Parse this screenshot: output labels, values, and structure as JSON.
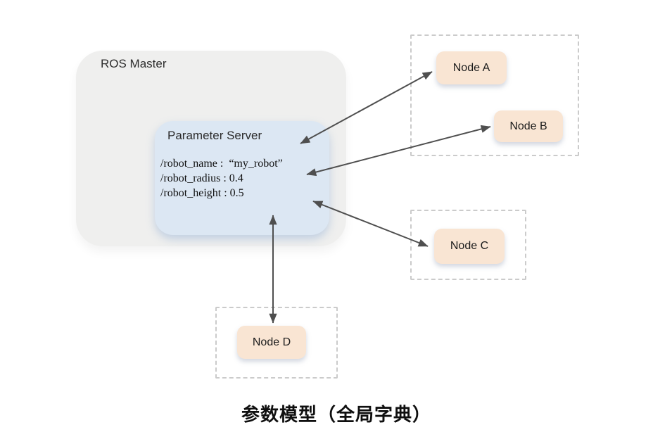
{
  "master": {
    "label": "ROS Master"
  },
  "parameter_server": {
    "title": "Parameter Server",
    "entries": [
      "/robot_name :  “my_robot”",
      "/robot_radius : 0.4",
      "/robot_height : 0.5"
    ]
  },
  "nodes": [
    {
      "id": "node-a",
      "label": "Node A"
    },
    {
      "id": "node-b",
      "label": "Node B"
    },
    {
      "id": "node-c",
      "label": "Node C"
    },
    {
      "id": "node-d",
      "label": "Node D"
    }
  ],
  "connections": [
    {
      "from": "Parameter Server",
      "to": "Node A",
      "bidirectional": true
    },
    {
      "from": "Parameter Server",
      "to": "Node B",
      "bidirectional": true
    },
    {
      "from": "Parameter Server",
      "to": "Node C",
      "bidirectional": true
    },
    {
      "from": "Parameter Server",
      "to": "Node D",
      "bidirectional": true
    }
  ],
  "caption": "参数模型（全局字典）",
  "colors": {
    "master_fill": "#efefee",
    "parameter_server_fill": "#dce7f3",
    "node_fill": "#f9e5d3",
    "dashed_border": "#cbcbcb",
    "arrow": "#4f4f4f",
    "text": "#1b1b1b"
  }
}
